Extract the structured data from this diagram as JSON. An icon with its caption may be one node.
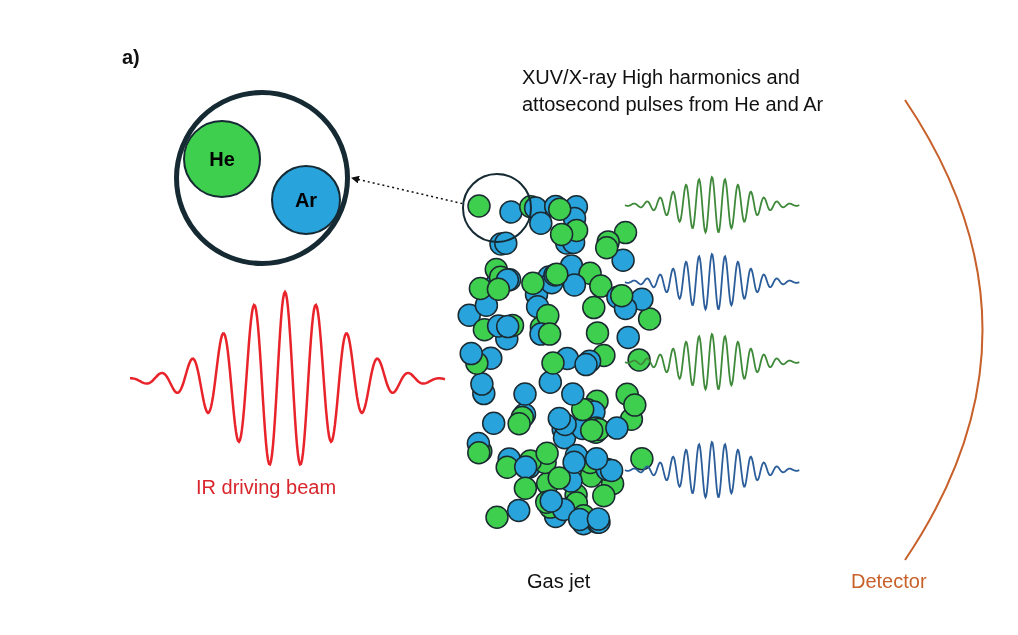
{
  "diagram": {
    "nodes": [
      {
        "text": [],
        "shape": "circle"
      },
      {
        "text": [
          "He"
        ],
        "in": 0
      },
      {
        "text": [
          "Ar"
        ],
        "in": 0
      },
      {
        "text": [],
        "shape": "circle"
      }
    ],
    "edges": [
      {
        "from": 3,
        "to": 0,
        "arrow": "to",
        "style": "dashed"
      }
    ],
    "labels": [
      "a)",
      "XUV/X-ray High harmonics and attosecond pulses from He and Ar",
      "IR driving beam",
      "Gas jet",
      "Detector"
    ]
  }
}
